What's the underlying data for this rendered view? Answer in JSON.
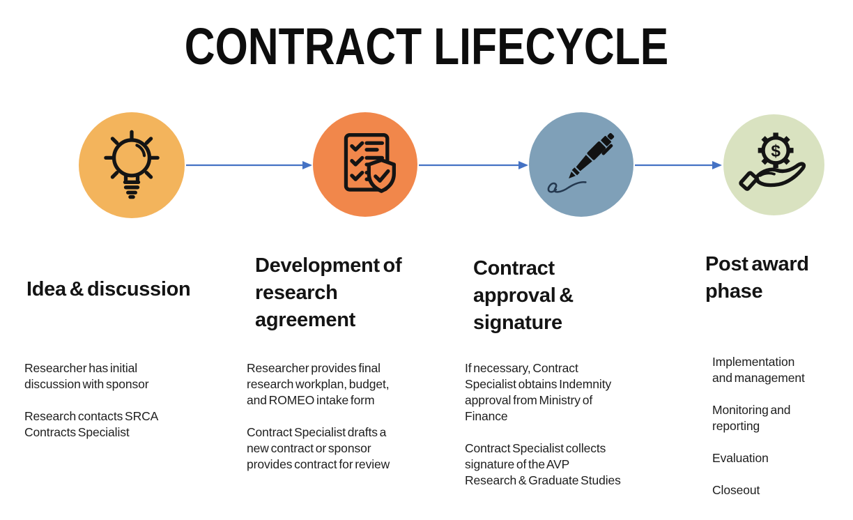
{
  "title": "CONTRACT LIFECYCLE",
  "colors": {
    "arrow": "#4472c4",
    "stage1_circle": "#f3b45c",
    "stage2_circle": "#f1874b",
    "stage3_circle": "#7fa0b8",
    "stage4_circle": "#d9e2c0",
    "icon_stroke": "#141414",
    "signature_ink": "#24384f"
  },
  "stages": [
    {
      "title": "Idea & discussion",
      "icon": "lightbulb-icon",
      "circle_color": "#f3b45c",
      "paragraphs": [
        "Researcher has initial\ndiscussion with sponsor",
        "Research contacts SRCA\nContracts Specialist"
      ]
    },
    {
      "title": "Development of\nresearch\nagreement",
      "icon": "checklist-shield-icon",
      "circle_color": "#f1874b",
      "paragraphs": [
        "Researcher provides final\nresearch workplan, budget,\nand ROMEO intake form",
        "Contract Specialist drafts a\nnew contract or sponsor\nprovides contract for review"
      ]
    },
    {
      "title": "Contract\napproval &\nsignature",
      "icon": "pen-signature-icon",
      "circle_color": "#7fa0b8",
      "paragraphs": [
        "If necessary, Contract\nSpecialist obtains Indemnity\napproval from Ministry of\nFinance",
        "Contract Specialist collects\nsignature of the AVP\nResearch & Graduate Studies"
      ]
    },
    {
      "title": "Post award\nphase",
      "icon": "gear-hand-icon",
      "circle_color": "#d9e2c0",
      "paragraphs": [
        "Implementation\nand management",
        "Monitoring and\nreporting",
        "Evaluation",
        "Closeout"
      ]
    }
  ]
}
